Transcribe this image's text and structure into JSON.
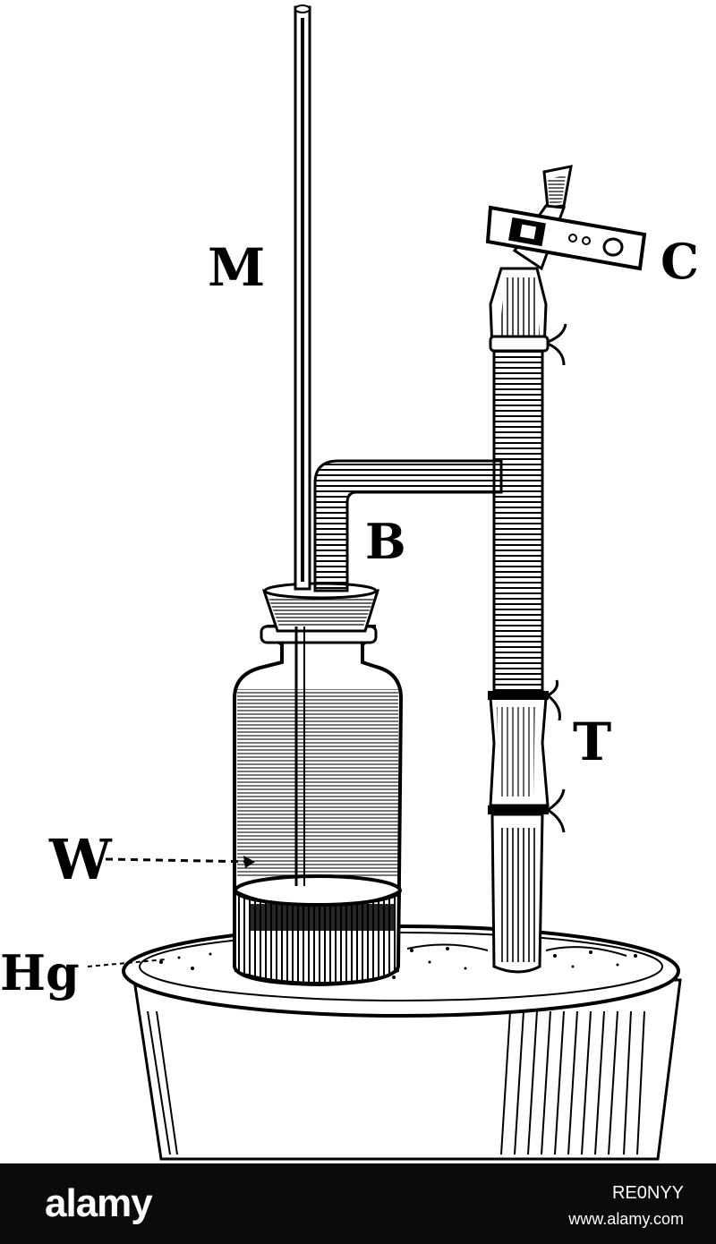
{
  "diagram": {
    "labels": {
      "M": "M",
      "C": "C",
      "B": "B",
      "T": "T",
      "W": "W",
      "Hg": "Hg"
    }
  },
  "footer": {
    "logo": "alamy",
    "image_id": "RE0NYY",
    "site": "www.alamy.com"
  },
  "colors": {
    "ink": "#000000",
    "paper": "#ffffff",
    "footer_bg": "#0b0b0b"
  }
}
